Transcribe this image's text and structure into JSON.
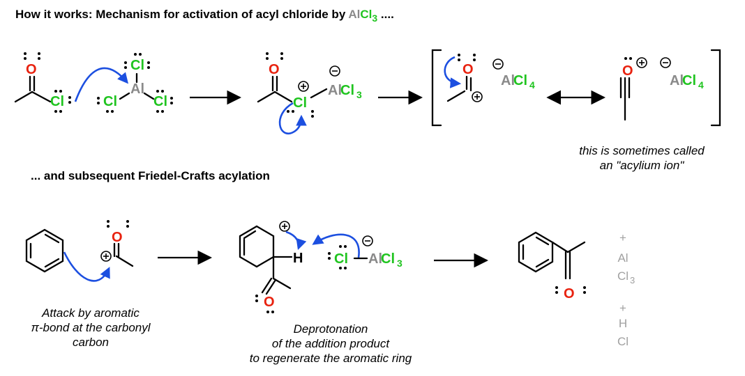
{
  "title": {
    "prefix": "How it works: Mechanism for activation of acyl chloride by ",
    "reagent_al": "Al",
    "reagent_cl": "Cl",
    "reagent_sub": "3",
    "suffix": " ...."
  },
  "subtitle": "... and subsequent Friedel-Crafts acylation",
  "atoms": {
    "o": "O",
    "cl": "Cl",
    "al": "Al",
    "h": "H",
    "alcl3_al": "Al",
    "alcl3_cl": "Cl",
    "alcl3_sub": "3",
    "alcl4_al": "Al",
    "alcl4_cl": "Cl",
    "alcl4_sub": "4"
  },
  "captions": {
    "acylium": [
      "this is sometimes called",
      "an \"acylium ion\""
    ],
    "attack": [
      "Attack by aromatic",
      "π-bond at the carbonyl",
      "carbon"
    ],
    "deprotonation": [
      "Deprotonation",
      "of the addition product",
      "to regenerate the aromatic ring"
    ]
  },
  "byproducts": {
    "plus": "+",
    "alcl3": [
      "Al",
      "Cl",
      "3"
    ],
    "hcl": [
      "H",
      "Cl"
    ]
  },
  "colors": {
    "oxygen": "#e8220f",
    "chlorine": "#1fc41f",
    "aluminum": "#8a8a8a",
    "curly_arrow": "#1c4fe0"
  }
}
